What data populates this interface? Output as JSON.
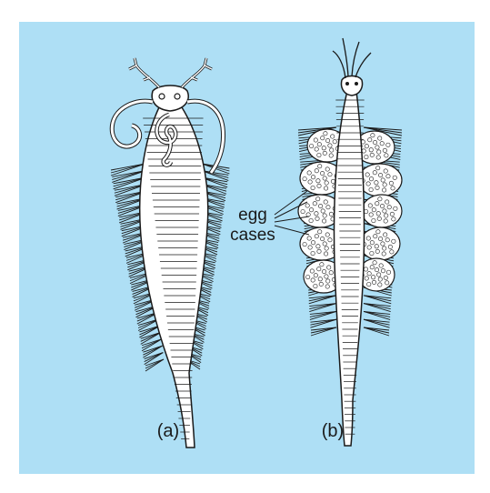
{
  "figure": {
    "background_color": "#aedff5",
    "worm_fill": "#ffffff",
    "ink_color": "#1a1a1a",
    "label_a": "(a)",
    "label_b": "(b)",
    "annotation_line1": "egg",
    "annotation_line2": "cases"
  }
}
